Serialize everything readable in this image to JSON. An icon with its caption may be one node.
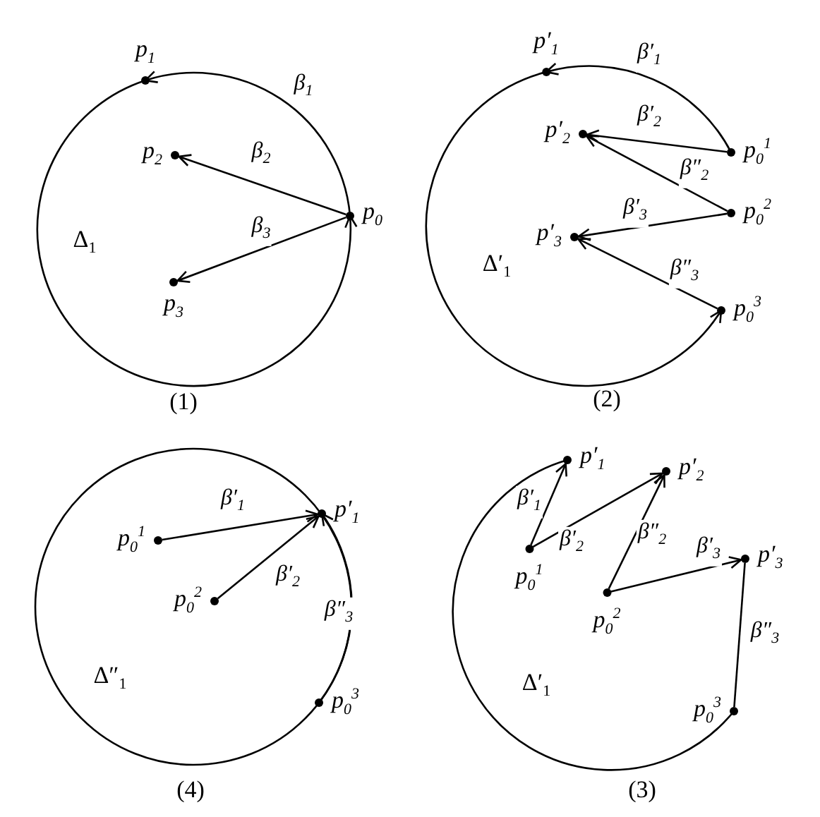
{
  "diagram": {
    "nodes": [
      {
        "text": [
          "p$_{1}$"
        ]
      },
      {
        "text": [
          "p$_{2}$"
        ]
      },
      {
        "text": [
          "p$_{0}$"
        ]
      },
      {
        "text": [
          "p$_{3}$"
        ]
      },
      {
        "text": [
          "p′$_{1}$"
        ]
      },
      {
        "text": [
          "p′$_{2}$"
        ]
      },
      {
        "text": [
          "p$_{0}$$^{1}$"
        ]
      },
      {
        "text": [
          "p$_{0}$$^{2}$"
        ]
      },
      {
        "text": [
          "p′$_{3}$"
        ]
      },
      {
        "text": [
          "p$_{0}$$^{3}$"
        ]
      },
      {
        "text": [
          "p′$_{1}$"
        ]
      },
      {
        "text": [
          "p$_{0}$$^{1}$"
        ]
      },
      {
        "text": [
          "p$_{0}$$^{2}$"
        ]
      },
      {
        "text": [
          "p$_{0}$$^{3}$"
        ]
      },
      {
        "text": [
          "p′$_{1}$"
        ]
      },
      {
        "text": [
          "p′$_{2}$"
        ]
      },
      {
        "text": [
          "p$_{0}$$^{1}$"
        ]
      },
      {
        "text": [
          "p′$_{3}$"
        ]
      },
      {
        "text": [
          "p$_{0}$$^{2}$"
        ]
      },
      {
        "text": [
          "p$_{0}$$^{3}$"
        ]
      }
    ],
    "edges": [
      {
        "from": 2,
        "to": 0,
        "arrow": "to",
        "label": "β$_{1}$"
      },
      {
        "from": 0,
        "to": 2,
        "arrow": "to"
      },
      {
        "from": 2,
        "to": 1,
        "arrow": "to",
        "label": "β$_{2}$"
      },
      {
        "from": 2,
        "to": 3,
        "arrow": "to",
        "label": "β$_{3}$"
      },
      {
        "from": 6,
        "to": 4,
        "arrow": "to",
        "label": "β′$_{1}$"
      },
      {
        "from": 4,
        "to": 9,
        "arrow": "to"
      },
      {
        "from": 6,
        "to": 5,
        "arrow": "to",
        "label": "β′$_{2}$"
      },
      {
        "from": 7,
        "to": 5,
        "arrow": "to",
        "label": "β″$_{2}$"
      },
      {
        "from": 7,
        "to": 8,
        "arrow": "to",
        "label": "β′$_{3}$"
      },
      {
        "from": 9,
        "to": 8,
        "arrow": "to",
        "label": "β″$_{3}$"
      },
      {
        "from": 11,
        "to": 10,
        "arrow": "to",
        "label": "β′$_{1}$"
      },
      {
        "from": 12,
        "to": 10,
        "arrow": "to",
        "label": "β′$_{2}$"
      },
      {
        "from": 13,
        "to": 10,
        "arrow": "to",
        "label": "β″$_{3}$"
      },
      {
        "from": 16,
        "to": 14,
        "arrow": "to",
        "label": "β′$_{1}$"
      },
      {
        "from": 16,
        "to": 15,
        "arrow": "to",
        "label": "β′$_{2}$"
      },
      {
        "from": 18,
        "to": 15,
        "arrow": "to",
        "label": "β″$_{2}$"
      },
      {
        "from": 18,
        "to": 17,
        "arrow": "to",
        "label": "β′$_{3}$"
      },
      {
        "from": 19,
        "to": 17,
        "arrow": "none",
        "label": "β″$_{3}$"
      },
      {
        "from": 14,
        "to": 19,
        "arrow": "none"
      }
    ],
    "labels": [
      "Δ$_{1}$",
      "(1)",
      "Δ′$_{1}$",
      "(2)",
      "Δ″$_{1}$",
      "(4)",
      "Δ′$_{1}$",
      "(3)"
    ]
  }
}
